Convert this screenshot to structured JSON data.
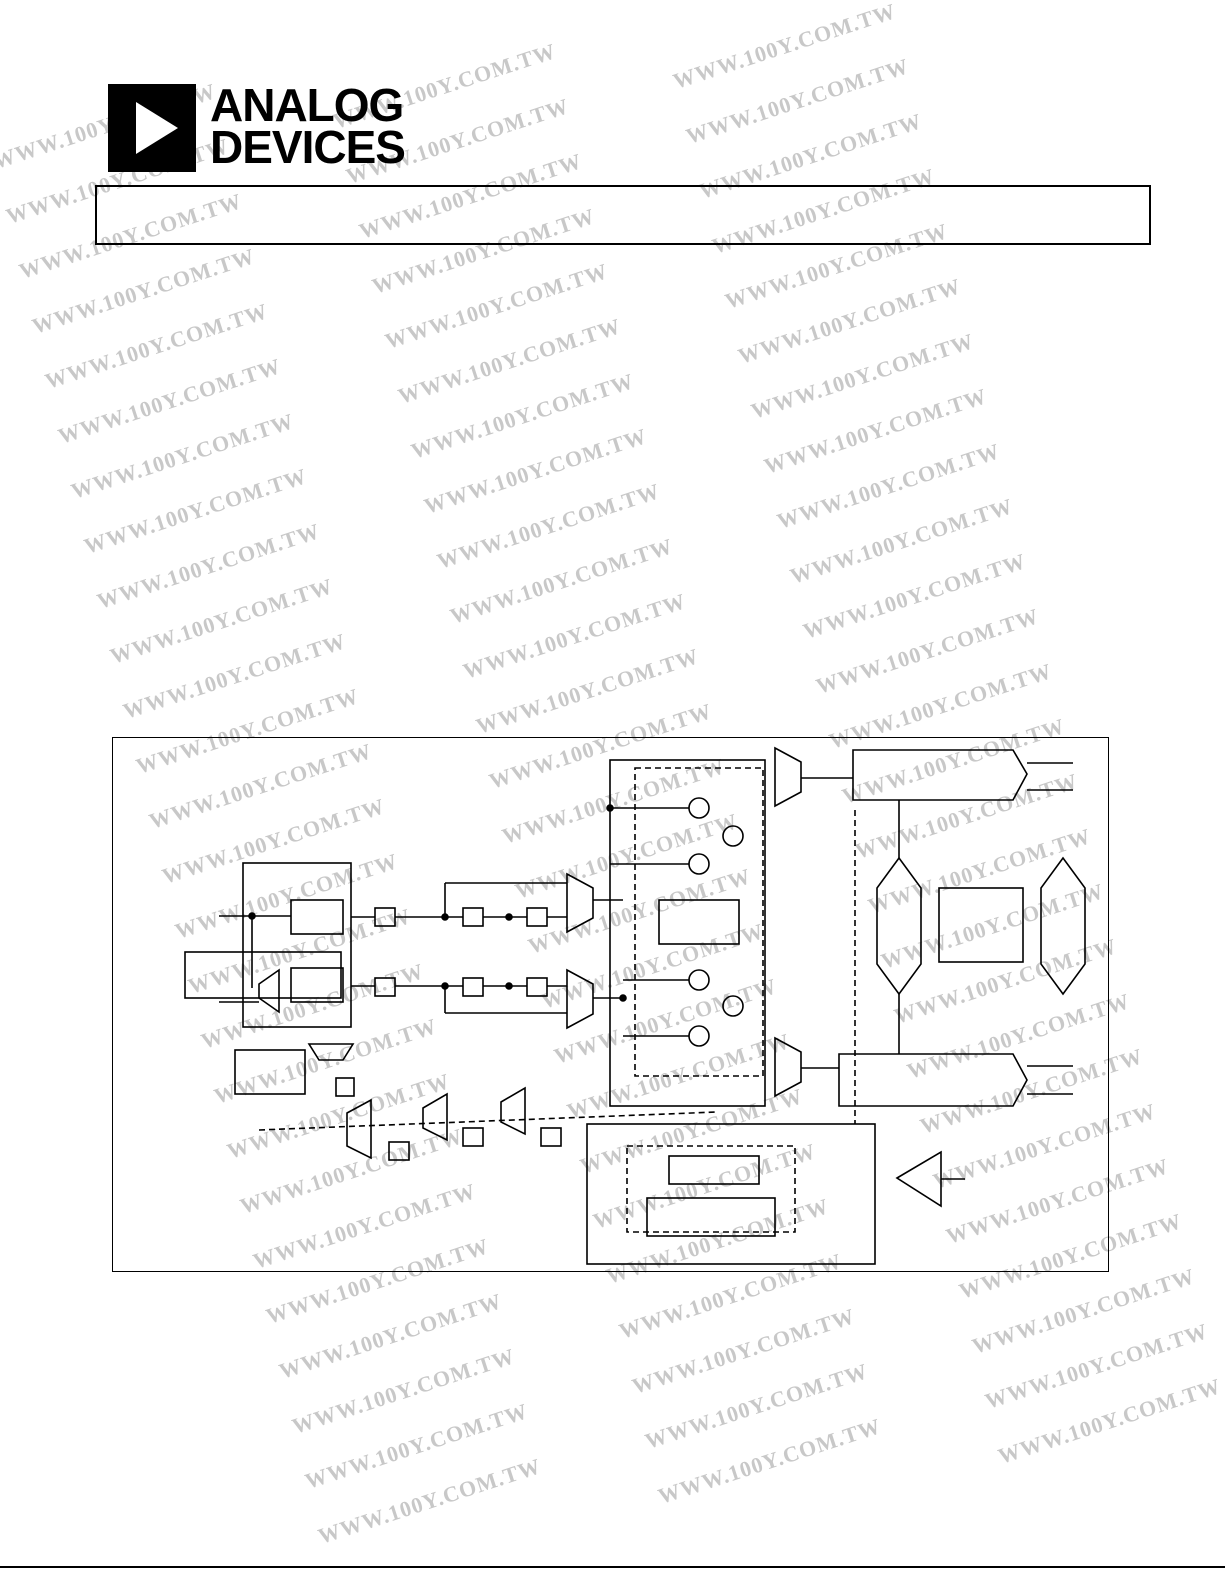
{
  "header": {
    "brand_line1": "ANALOG",
    "brand_line2": "DEVICES",
    "title_text": ""
  },
  "watermark": {
    "text": "WWW.100Y.COM.TW",
    "color": "#c8c8c8"
  },
  "diagram": {
    "labels": []
  }
}
